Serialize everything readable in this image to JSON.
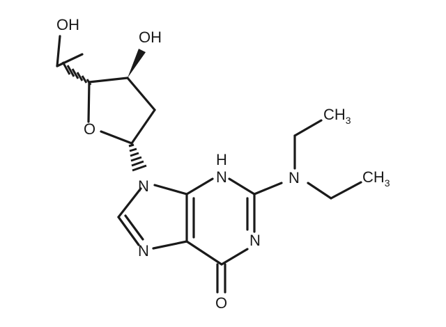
{
  "molecule": {
    "labels": {
      "oh_top": "OH",
      "oh_ring": "OH",
      "ring_o": "O",
      "n9": "N",
      "n3h_h": "H",
      "n3h_n": "N",
      "n_amine": "N",
      "n1": "N",
      "n7": "N",
      "carbonyl_o": "O",
      "ch3_upper_main": "CH",
      "ch3_upper_sub": "3",
      "ch3_lower_main": "CH",
      "ch3_lower_sub": "3"
    },
    "colors": {
      "ink": "#1a1a1a",
      "background": "#ffffff"
    }
  }
}
